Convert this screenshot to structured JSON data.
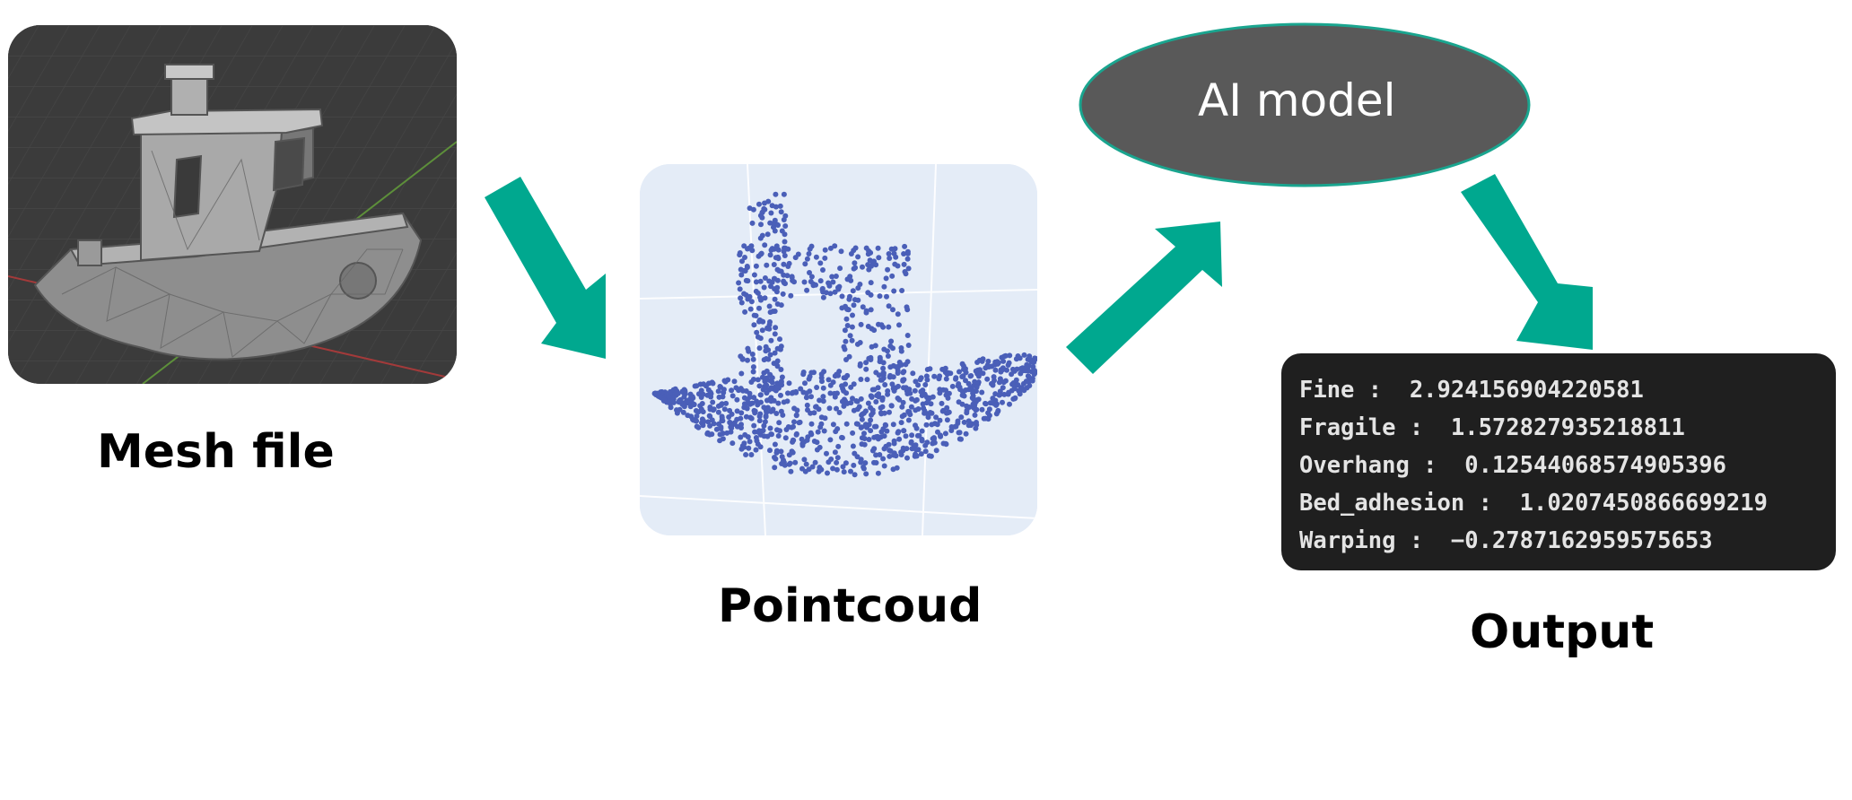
{
  "captions": {
    "mesh": "Mesh file",
    "pointcloud": "Pointcoud",
    "output": "Output"
  },
  "model": {
    "label": "AI model"
  },
  "output_lines": [
    {
      "key": "Fine",
      "value": "2.924156904220581",
      "text": "Fine :  2.924156904220581"
    },
    {
      "key": "Fragile",
      "value": "1.572827935218811",
      "text": "Fragile :  1.572827935218811"
    },
    {
      "key": "Overhang",
      "value": "0.12544068574905396",
      "text": "Overhang :  0.12544068574905396"
    },
    {
      "key": "Bed_adhesion",
      "value": "1.0207450866699219",
      "text": "Bed_adhesion :  1.0207450866699219"
    },
    {
      "key": "Warping",
      "value": "-0.2787162959575653",
      "text": "Warping :  −0.2787162959575653"
    }
  ],
  "colors": {
    "arrow": "#00a88f",
    "model_fill": "#595959",
    "model_border": "#1aa58f",
    "points": "#4a5fb8",
    "mesh_bg": "#3a3a3a",
    "cloud_bg": "#e4ecf7",
    "terminal_bg": "#1f1f1f"
  }
}
